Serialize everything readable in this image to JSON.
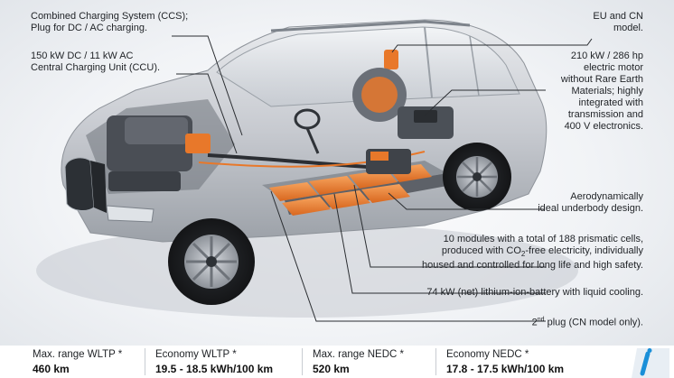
{
  "callouts": {
    "ccs": "Combined Charging System (CCS);\nPlug for DC / AC charging.",
    "ccu": "150 kW DC / 11 kW AC\nCentral Charging Unit (CCU).",
    "model": "EU and CN\nmodel.",
    "motor": "210 kW / 286 hp\nelectric motor\nwithout Rare Earth\nMaterials; highly\nintegrated with\ntransmission and\n400 V electronics.",
    "underbody": "Aerodynamically\nideal underbody design.",
    "modules_pre": "10 modules with a total of 188 prismatic cells,\nproduced with CO",
    "modules_sub": "2",
    "modules_post": "-free electricity, individually\nhoused and controlled for long life and high safety.",
    "battery": "74 kW (net) lithium-ion-battery with liquid cooling.",
    "plug_num": "2",
    "plug_sup": "nd",
    "plug_text": " plug (CN model only)."
  },
  "specs": [
    {
      "label": "Max. range WLTP *",
      "value": "460 km"
    },
    {
      "label": "Economy WLTP *",
      "value": "19.5 - 18.5 kWh/100 km"
    },
    {
      "label": "Max. range NEDC *",
      "value": "520 km"
    },
    {
      "label": "Economy NEDC *",
      "value": "17.8 - 17.5 kWh/100 km"
    }
  ],
  "colors": {
    "accent_orange": "#e8782a",
    "leader_line": "#2a2d31",
    "brand_blue": "#1a8fd8",
    "car_body": "#c9ccd1"
  },
  "icons": {
    "brand": "bmw-i-logo",
    "car": "suv-cutaway-illustration"
  }
}
